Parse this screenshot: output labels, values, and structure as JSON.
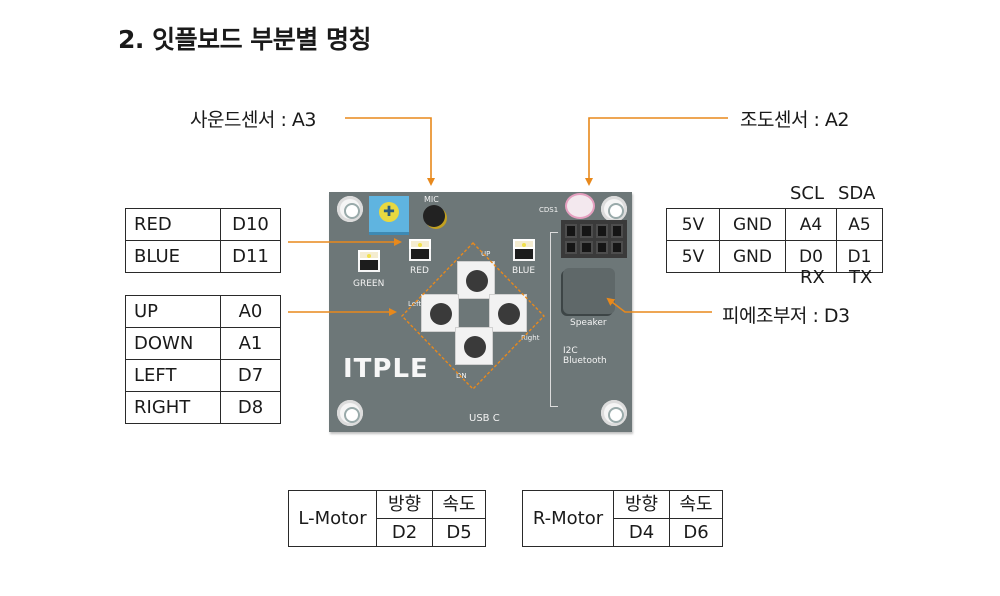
{
  "title": "2. 잇플보드 부분별 명칭",
  "callouts": {
    "sound_sensor": "사운드센서 : A3",
    "light_sensor": "조도센서 : A2",
    "piezo_buzzer": "피에조부저 : D3"
  },
  "led_table": {
    "rows": [
      {
        "name": "RED",
        "pin": "D10"
      },
      {
        "name": "BLUE",
        "pin": "D11"
      }
    ]
  },
  "button_table": {
    "rows": [
      {
        "name": "UP",
        "pin": "A0"
      },
      {
        "name": "DOWN",
        "pin": "A1"
      },
      {
        "name": "LEFT",
        "pin": "D7"
      },
      {
        "name": "RIGHT",
        "pin": "D8"
      }
    ]
  },
  "header_table": {
    "top_labels": [
      "SCL",
      "SDA"
    ],
    "bottom_labels": [
      "RX",
      "TX"
    ],
    "rows": [
      [
        "5V",
        "GND",
        "A4",
        "A5"
      ],
      [
        "5V",
        "GND",
        "D0",
        "D1"
      ]
    ]
  },
  "motors": [
    {
      "name": "L-Motor",
      "direction_label": "방향",
      "speed_label": "속도",
      "direction_pin": "D2",
      "speed_pin": "D5"
    },
    {
      "name": "R-Motor",
      "direction_label": "방향",
      "speed_label": "속도",
      "direction_pin": "D4",
      "speed_pin": "D6"
    }
  ],
  "board": {
    "mic": "MIC",
    "cds": "CDS1",
    "led_red": "RED",
    "led_blue": "BLUE",
    "led_green": "GREEN",
    "btn_up": "UP",
    "btn_dn": "DN",
    "btn_left": "Left",
    "btn_right": "Right",
    "speaker": "Speaker",
    "i2c": "I2C",
    "bluetooth": "Bluetooth",
    "logo": "ITPLE",
    "usb": "USB C"
  },
  "colors": {
    "arrow": "#e8891c",
    "board": "#6d7778",
    "dashed": "#e8891c"
  }
}
